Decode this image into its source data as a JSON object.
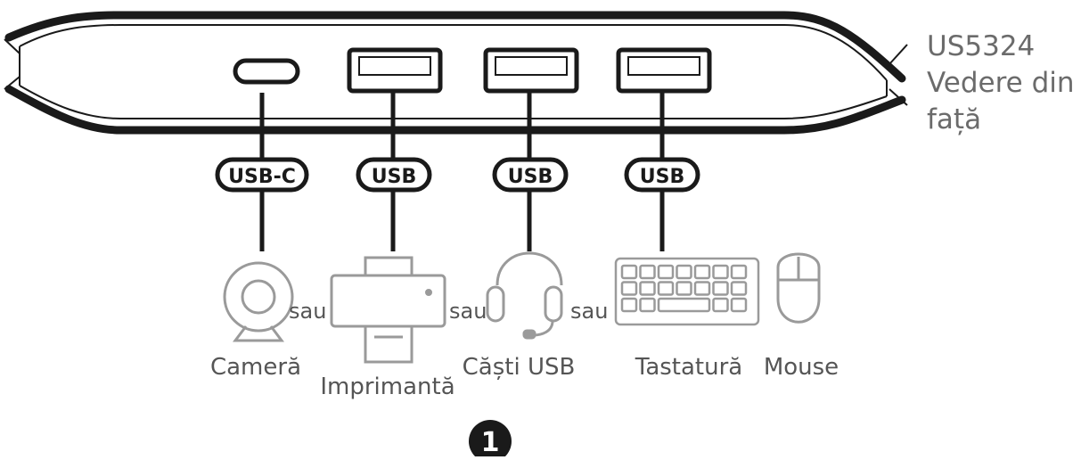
{
  "device": {
    "model": "US5324",
    "view_line1": "Vedere din",
    "view_line2": "față"
  },
  "ports": [
    {
      "id": "usbc",
      "badge": "USB-C"
    },
    {
      "id": "usb1",
      "badge": "USB"
    },
    {
      "id": "usb2",
      "badge": "USB"
    },
    {
      "id": "usb3",
      "badge": "USB"
    }
  ],
  "devices": {
    "camera": "Cameră",
    "printer": "Imprimantă",
    "headset": "Căști USB",
    "keyboard": "Tastatură",
    "mouse": "Mouse"
  },
  "connector_word": "sau",
  "step_number": "1",
  "colors": {
    "line": "#1a1a1a",
    "icon": "#9a9a9a",
    "text": "#555555"
  }
}
